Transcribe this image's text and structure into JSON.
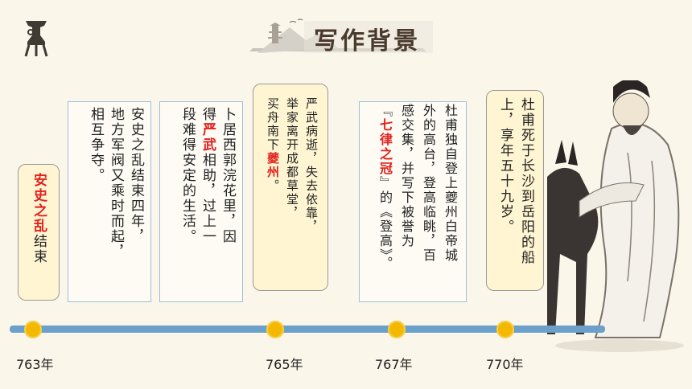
{
  "header": {
    "title": "写作背景"
  },
  "timeline": {
    "years": [
      "763年",
      "765年",
      "767年",
      "770年"
    ]
  },
  "events": {
    "e763_label_red": "安史之乱",
    "e763_label_end": "结束",
    "e763_col1": "安史之乱结束四年，",
    "e763_col2": "地方军阀又乘时而起，",
    "e763_col3": "相互争夺。",
    "e764_p1": "卜居西郭浣花里，因",
    "e764_p2a": "得",
    "e764_red": "严武",
    "e764_p2b": "相助，过上一",
    "e764_p3": "段难得安定的生活。",
    "e765_col1": "严武病逝，失去依靠，",
    "e765_col2": "举家离开成都草堂，",
    "e765_p3a": "买舟南下",
    "e765_red": "夔州",
    "e765_p3b": "。",
    "e767_col1": "杜甫独自登上夔州白帝城",
    "e767_col2": "外的高台，登高临眺，百",
    "e767_col3": "感交集，并写下被誉为",
    "e767_p4a": "『",
    "e767_red": "七律之冠",
    "e767_p4b": "』的《登高》。",
    "e770_col1": "杜甫死于长沙到岳阳的船",
    "e770_col2": "上，享年五十九岁。"
  }
}
